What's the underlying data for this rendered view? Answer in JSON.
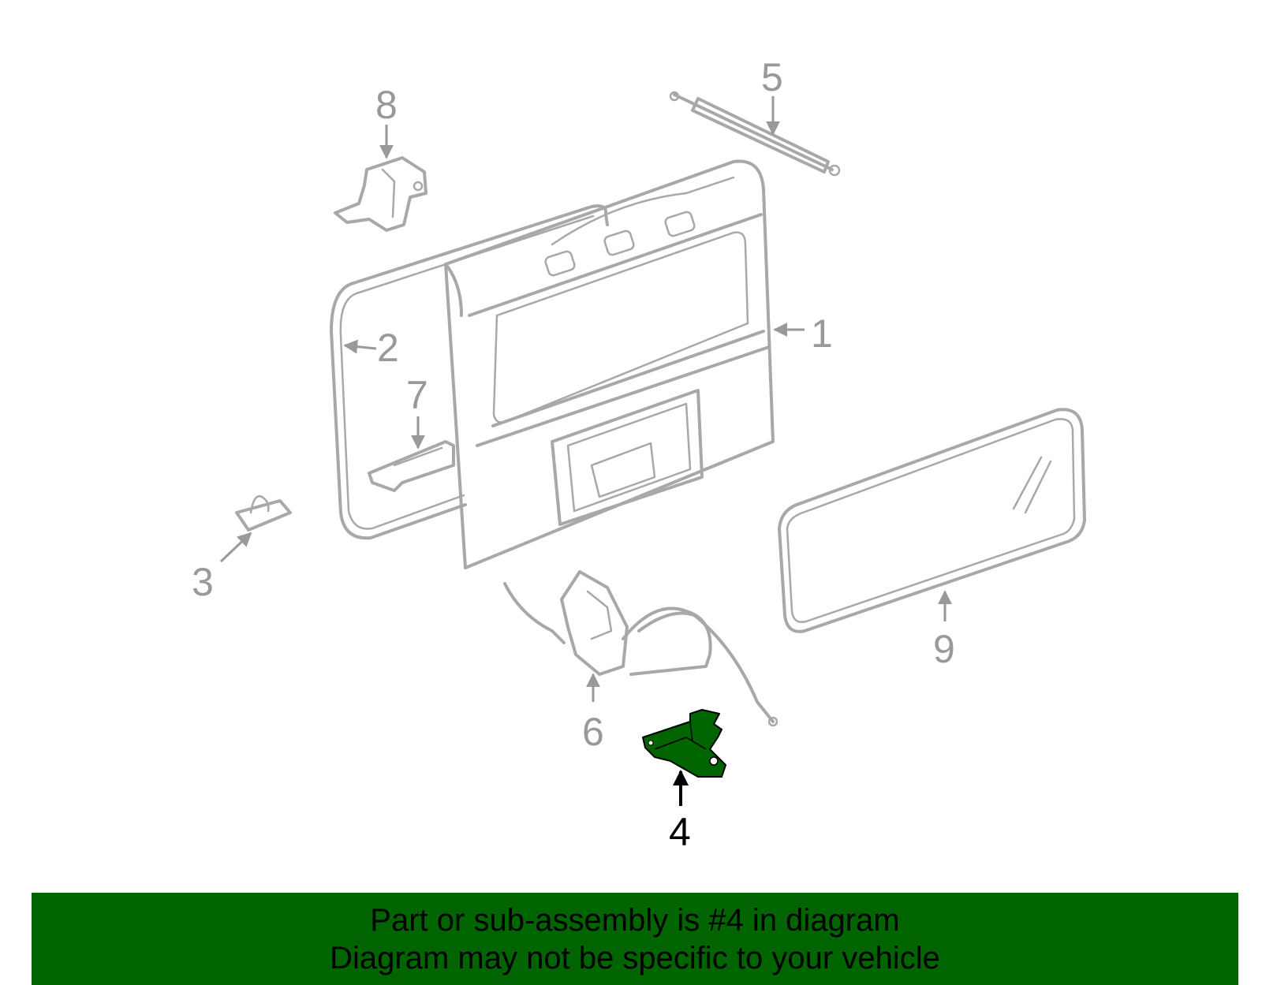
{
  "colors": {
    "banner_bg": "#006400",
    "highlight_part": "#006400",
    "line_gray": "#a8a8a8",
    "callout_gray": "#999999",
    "callout_active": "#000000"
  },
  "callouts": {
    "c1": "1",
    "c2": "2",
    "c3": "3",
    "c4": "4",
    "c5": "5",
    "c6": "6",
    "c7": "7",
    "c8": "8",
    "c9": "9"
  },
  "highlighted_callout": "4",
  "banner": {
    "line1": "Part or sub-assembly is #4 in diagram",
    "line2": "Diagram may not be specific to your vehicle"
  }
}
